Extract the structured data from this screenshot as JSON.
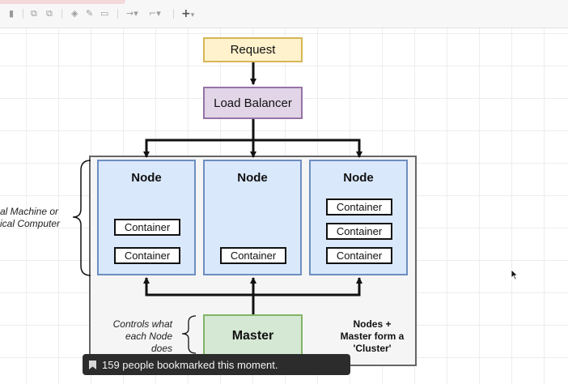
{
  "toolbar": {
    "icons": [
      "delete-icon",
      "to-front-icon",
      "to-back-icon",
      "fill-icon",
      "line-color-icon",
      "shadow-icon",
      "connection-arrow-icon",
      "waypoints-icon",
      "insert-icon"
    ],
    "insert_glyph": "+"
  },
  "diagram": {
    "request": "Request",
    "load_balancer": "Load Balancer",
    "nodes": [
      {
        "title": "Node",
        "containers": [
          "Container",
          "Container"
        ]
      },
      {
        "title": "Node",
        "containers": [
          "Container"
        ]
      },
      {
        "title": "Node",
        "containers": [
          "Container",
          "Container",
          "Container"
        ]
      }
    ],
    "vm_label_line1": "al Machine or",
    "vm_label_line2": "ical Computer",
    "controls_line1": "Controls what",
    "controls_line2": "each Node",
    "controls_line3": "does",
    "master": "Master",
    "cluster_note_line1": "Nodes +",
    "cluster_note_line2": "Master form a",
    "cluster_note_line3": "'Cluster'"
  },
  "toast": {
    "text": "159 people bookmarked this moment."
  },
  "colors": {
    "request_fill": "#fff2cc",
    "lb_fill": "#e1d5e7",
    "node_fill": "#dae8fc",
    "master_fill": "#d5e8d4",
    "cluster_fill": "#f5f5f5"
  }
}
